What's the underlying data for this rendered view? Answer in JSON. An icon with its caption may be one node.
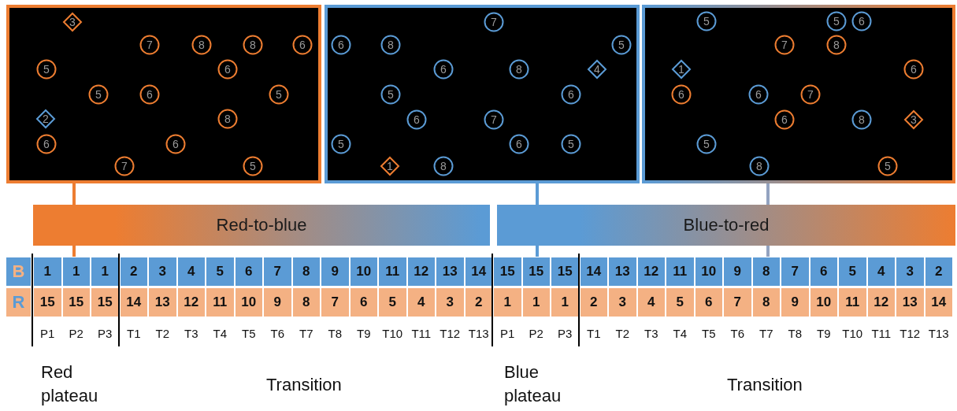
{
  "diagram": {
    "nodes": [
      {
        "text": [],
        "shape": "box"
      },
      {
        "text": [
          "3"
        ],
        "in": 0
      },
      {
        "text": [
          "7"
        ],
        "in": 0
      },
      {
        "text": [
          "8"
        ],
        "in": 0
      },
      {
        "text": [
          "8"
        ],
        "in": 0
      },
      {
        "text": [
          "6"
        ],
        "in": 0
      },
      {
        "text": [
          "5"
        ],
        "in": 0
      },
      {
        "text": [
          "6"
        ],
        "in": 0
      },
      {
        "text": [
          "5"
        ],
        "in": 0
      },
      {
        "text": [
          "6"
        ],
        "in": 0
      },
      {
        "text": [
          "5"
        ],
        "in": 0
      },
      {
        "text": [
          "2"
        ],
        "in": 0
      },
      {
        "text": [
          "8"
        ],
        "in": 0
      },
      {
        "text": [
          "6"
        ],
        "in": 0
      },
      {
        "text": [
          "6"
        ],
        "in": 0
      },
      {
        "text": [
          "7"
        ],
        "in": 0
      },
      {
        "text": [
          "5"
        ],
        "in": 0
      },
      {
        "text": [],
        "shape": "box"
      },
      {
        "text": [
          "7"
        ],
        "in": 17
      },
      {
        "text": [
          "6"
        ],
        "in": 17
      },
      {
        "text": [
          "8"
        ],
        "in": 17
      },
      {
        "text": [
          "5"
        ],
        "in": 17
      },
      {
        "text": [
          "6"
        ],
        "in": 17
      },
      {
        "text": [
          "8"
        ],
        "in": 17
      },
      {
        "text": [
          "4"
        ],
        "in": 17
      },
      {
        "text": [
          "5"
        ],
        "in": 17
      },
      {
        "text": [
          "6"
        ],
        "in": 17
      },
      {
        "text": [
          "6"
        ],
        "in": 17
      },
      {
        "text": [
          "7"
        ],
        "in": 17
      },
      {
        "text": [
          "5"
        ],
        "in": 17
      },
      {
        "text": [
          "6"
        ],
        "in": 17
      },
      {
        "text": [
          "5"
        ],
        "in": 17
      },
      {
        "text": [
          "1"
        ],
        "in": 17
      },
      {
        "text": [
          "8"
        ],
        "in": 17
      },
      {
        "text": [],
        "shape": "box"
      },
      {
        "text": [
          "5"
        ],
        "in": 34
      },
      {
        "text": [
          "5"
        ],
        "in": 34
      },
      {
        "text": [
          "6"
        ],
        "in": 34
      },
      {
        "text": [
          "7"
        ],
        "in": 34
      },
      {
        "text": [
          "8"
        ],
        "in": 34
      },
      {
        "text": [
          "1"
        ],
        "in": 34
      },
      {
        "text": [
          "6"
        ],
        "in": 34
      },
      {
        "text": [
          "6"
        ],
        "in": 34
      },
      {
        "text": [
          "6"
        ],
        "in": 34
      },
      {
        "text": [
          "7"
        ],
        "in": 34
      },
      {
        "text": [
          "6"
        ],
        "in": 34
      },
      {
        "text": [
          "8"
        ],
        "in": 34
      },
      {
        "text": [
          "3"
        ],
        "in": 34
      },
      {
        "text": [
          "5"
        ],
        "in": 34
      },
      {
        "text": [
          "8"
        ],
        "in": 34
      },
      {
        "text": [
          "5"
        ],
        "in": 34
      },
      {
        "text": [
          "Red-to-blue"
        ]
      },
      {
        "text": [
          "Blue-to-red"
        ]
      }
    ],
    "edges": [
      {
        "from": 0,
        "to": 51,
        "arrow": "none",
        "color": "#ed7d31"
      },
      {
        "from": 17,
        "to": 52,
        "arrow": "none",
        "color": "#5b9bd5"
      },
      {
        "from": 34,
        "to": 52,
        "arrow": "none",
        "color": "#93a3c0"
      }
    ],
    "labels": [
      "B",
      "1",
      "1",
      "1",
      "2",
      "3",
      "4",
      "5",
      "6",
      "7",
      "8",
      "9",
      "10",
      "11",
      "12",
      "13",
      "14",
      "15",
      "15",
      "15",
      "14",
      "13",
      "12",
      "11",
      "10",
      "9",
      "8",
      "7",
      "6",
      "5",
      "4",
      "3",
      "2",
      "R",
      "15",
      "15",
      "15",
      "14",
      "13",
      "12",
      "11",
      "10",
      "9",
      "8",
      "7",
      "6",
      "5",
      "4",
      "3",
      "2",
      "1",
      "1",
      "1",
      "2",
      "3",
      "4",
      "5",
      "6",
      "7",
      "8",
      "9",
      "10",
      "11",
      "12",
      "13",
      "14",
      "P1",
      "P2",
      "P3",
      "T1",
      "T2",
      "T3",
      "T4",
      "T5",
      "T6",
      "T7",
      "T8",
      "T9",
      "T10",
      "T11",
      "T12",
      "T13",
      "P1",
      "P2",
      "P3",
      "T1",
      "T2",
      "T3",
      "T4",
      "T5",
      "T6",
      "T7",
      "T8",
      "T9",
      "T10",
      "T11",
      "T12",
      "T13",
      "Red plateau",
      "Transition",
      "Blue plateau",
      "Transition"
    ]
  }
}
